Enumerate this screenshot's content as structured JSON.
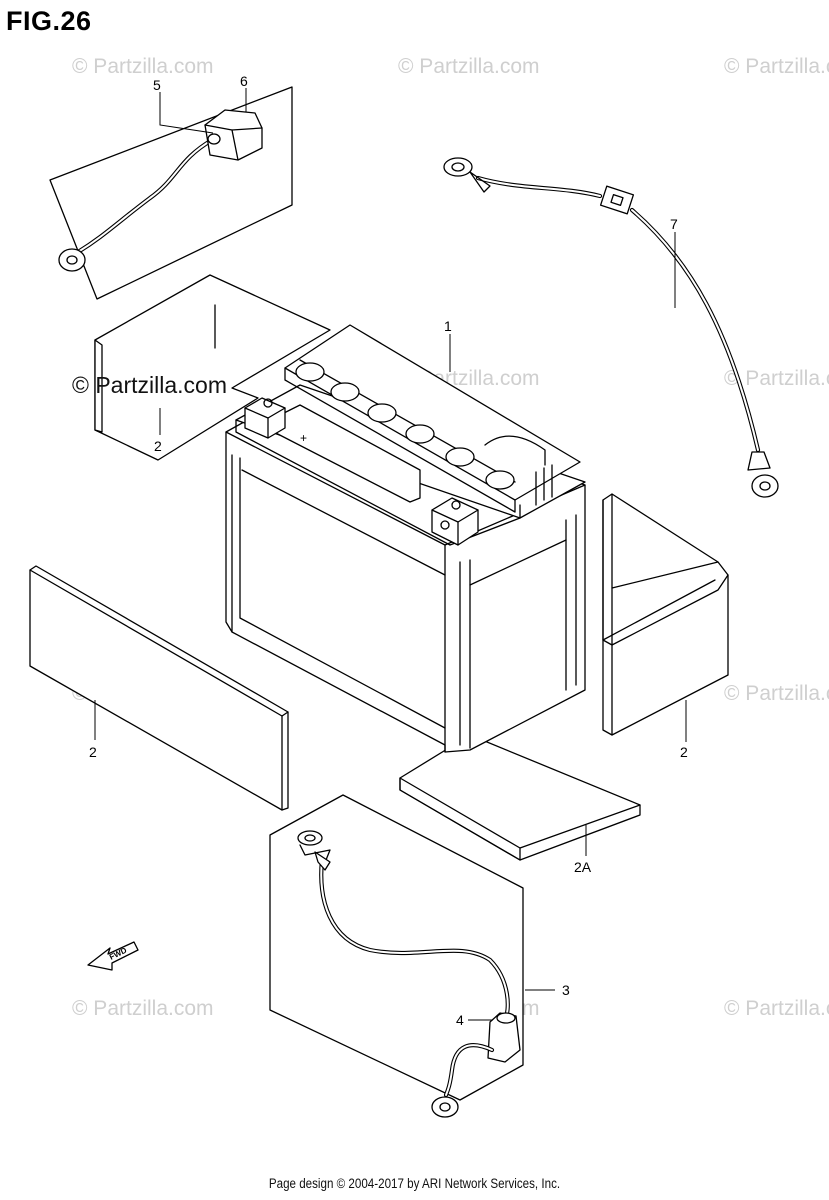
{
  "figure": {
    "title": "FIG.26"
  },
  "callouts": {
    "c1": "1",
    "c2_top": "2",
    "c2_left": "2",
    "c2_right": "2",
    "c2a": "2A",
    "c3": "3",
    "c4": "4",
    "c5": "5",
    "c6": "6",
    "c7": "7"
  },
  "arrow": {
    "label": "FWD"
  },
  "watermark": {
    "text": "© Partzilla.com"
  },
  "footer": {
    "text": "Page design © 2004-2017 by ARI Network Services, Inc."
  },
  "colors": {
    "line": "#000000",
    "watermark": "#cfcfcf",
    "background": "#ffffff"
  }
}
